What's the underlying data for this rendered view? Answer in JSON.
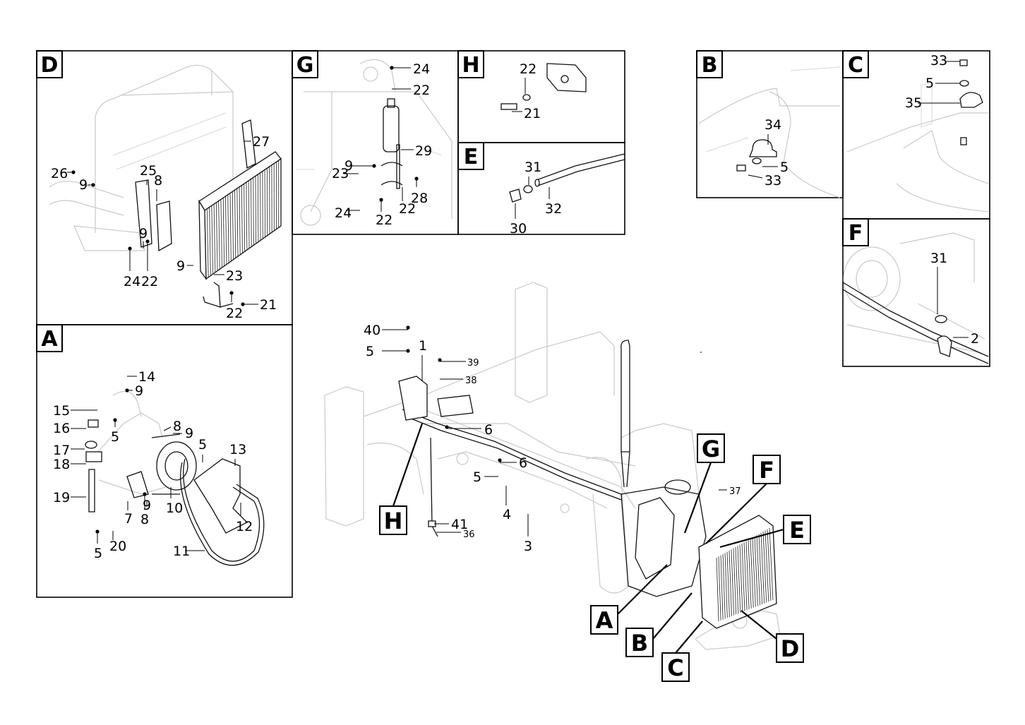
{
  "panels": {
    "D": {
      "letter": "D",
      "labels": [
        "26",
        "9",
        "25",
        "8",
        "27",
        "9",
        "24",
        "22",
        "9",
        "23",
        "22",
        "21"
      ]
    },
    "A": {
      "letter": "A",
      "labels": [
        "14",
        "9",
        "15",
        "5",
        "16",
        "17",
        "18",
        "8",
        "9",
        "5",
        "13",
        "19",
        "7",
        "8",
        "9",
        "10",
        "12",
        "5",
        "20",
        "11"
      ]
    },
    "G": {
      "letter": "G",
      "labels": [
        "24",
        "22",
        "29",
        "9",
        "23",
        "24",
        "22",
        "22",
        "28"
      ]
    },
    "H": {
      "letter": "H",
      "labels": [
        "22",
        "21"
      ]
    },
    "E": {
      "letter": "E",
      "labels": [
        "31",
        "32",
        "30"
      ]
    },
    "B": {
      "letter": "B",
      "labels": [
        "34",
        "5",
        "33"
      ]
    },
    "C": {
      "letter": "C",
      "labels": [
        "33",
        "5",
        "35"
      ]
    },
    "F": {
      "letter": "F",
      "labels": [
        "31",
        "2"
      ]
    }
  },
  "main": {
    "labels": [
      "40",
      "5",
      "1",
      "39",
      "38",
      "6",
      "6",
      "5",
      "4",
      "3",
      "41",
      "36",
      "37"
    ],
    "callouts": [
      "G",
      "F",
      "E",
      "H",
      "A",
      "B",
      "C",
      "D"
    ]
  }
}
